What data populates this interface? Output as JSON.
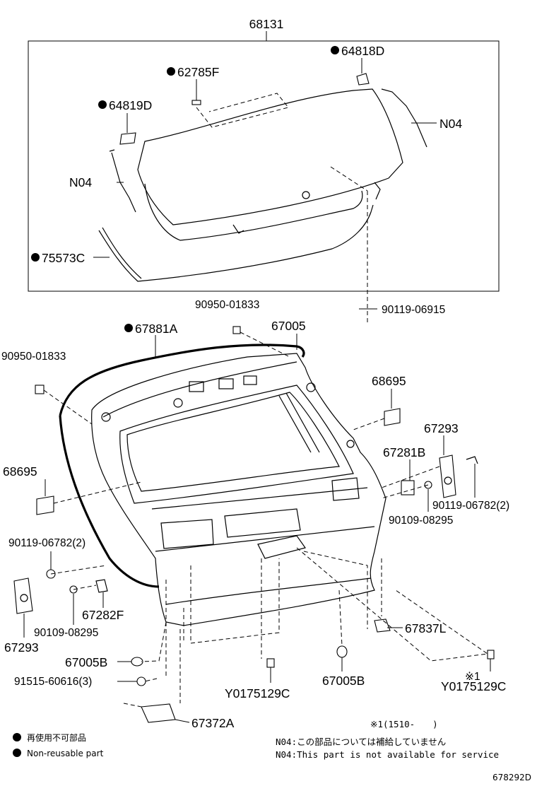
{
  "parts": {
    "p68131": "68131",
    "p64818D": "64818D",
    "p62785F": "62785F",
    "p64819D": "64819D",
    "n04_right": "N04",
    "n04_left": "N04",
    "p75573C": "75573C",
    "p90119_06915": "90119-06915",
    "p90950_01833_top": "90950-01833",
    "p67881A": "67881A",
    "p67005": "67005",
    "p90950_01833_left": "90950-01833",
    "p68695_right": "68695",
    "p67293_right": "67293",
    "p67281B": "67281B",
    "p90119_06782_right": "90119-06782(2)",
    "p90109_08295_right": "90109-08295",
    "p68695_left": "68695",
    "p90119_06782_left": "90119-06782(2)",
    "p67282F": "67282F",
    "p90109_08295_left": "90109-08295",
    "p67293_left": "67293",
    "p67837L": "67837L",
    "p67005B_left": "67005B",
    "p91515_60616": "91515-60616(3)",
    "pY0175129C_mid": "Y0175129C",
    "p67005B_mid": "67005B",
    "pY0175129C_right": "Y0175129C",
    "p67372A": "67372A",
    "mark_1": "※1"
  },
  "notes": {
    "date_note": "※1(1510-　　)",
    "n04_jp": "N04:この部品については補給していません",
    "n04_en": "N04:This part is not available for service"
  },
  "legend": {
    "jp": "再使用不可部品",
    "en": "Non-reusable part"
  },
  "diagram_id": "678292D"
}
